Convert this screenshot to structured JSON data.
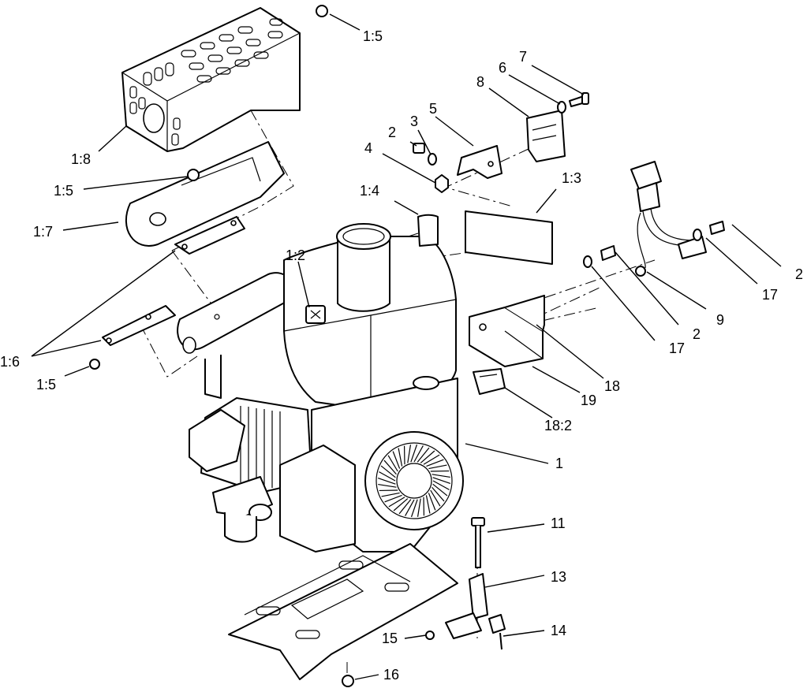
{
  "callouts": {
    "heat_shield_cap": "1:5",
    "heat_shield": "1:8",
    "muffler_clamp_bolt": "1:5",
    "muffler_guard": "1:7",
    "muffler_brackets": "1:6",
    "muffler_lower_bolt": "1:5",
    "dipstick_label": "1:2",
    "decal_1_4": "1:4",
    "decal_1_3": "1:3",
    "screw_top": "2",
    "washer_top": "3",
    "nut_top": "4",
    "bracket_top": "5",
    "washer_6": "6",
    "bolt_7": "7",
    "regulator_8": "8",
    "wire_harness": "9",
    "screw_right": "2",
    "washer_right": "17",
    "screw_mid": "2",
    "washer_mid": "17",
    "bracket_18": "18",
    "strap_19": "19",
    "relay_18_2": "18:2",
    "engine": "1",
    "bolt_11": "11",
    "bracket_13": "13",
    "screw_14": "14",
    "nut_15": "15",
    "nut_16": "16"
  }
}
